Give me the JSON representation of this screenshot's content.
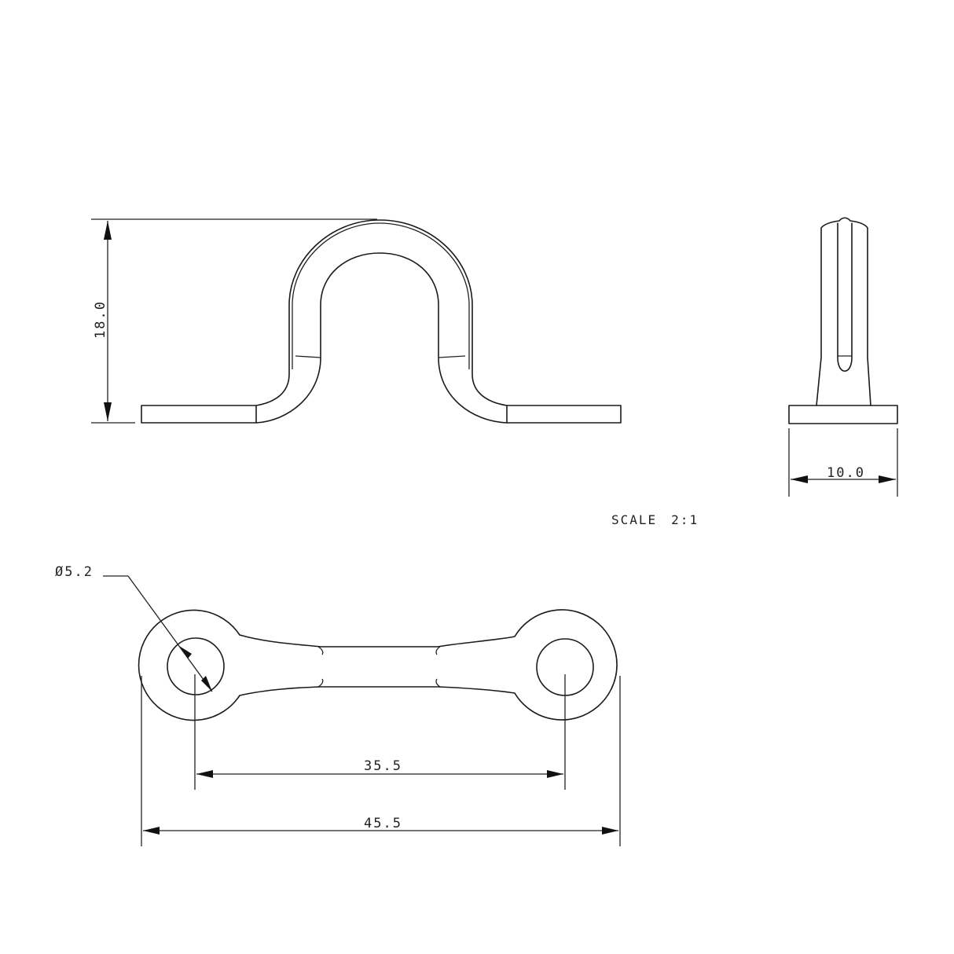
{
  "drawing": {
    "type": "technical-drawing",
    "subject": "bent strap eye / pad eye bracket",
    "line_color": "#1a1a1a",
    "background": "#ffffff"
  },
  "views": {
    "front": {
      "label": "front-view",
      "dimension_height": "18.0"
    },
    "side": {
      "label": "side-view",
      "dimension_width": "10.0"
    },
    "top": {
      "label": "top-view",
      "hole_diameter": "Ø5.2",
      "hole_spacing": "35.5",
      "overall_length": "45.5"
    }
  },
  "scale": {
    "label": "SCALE",
    "value": "2:1"
  }
}
